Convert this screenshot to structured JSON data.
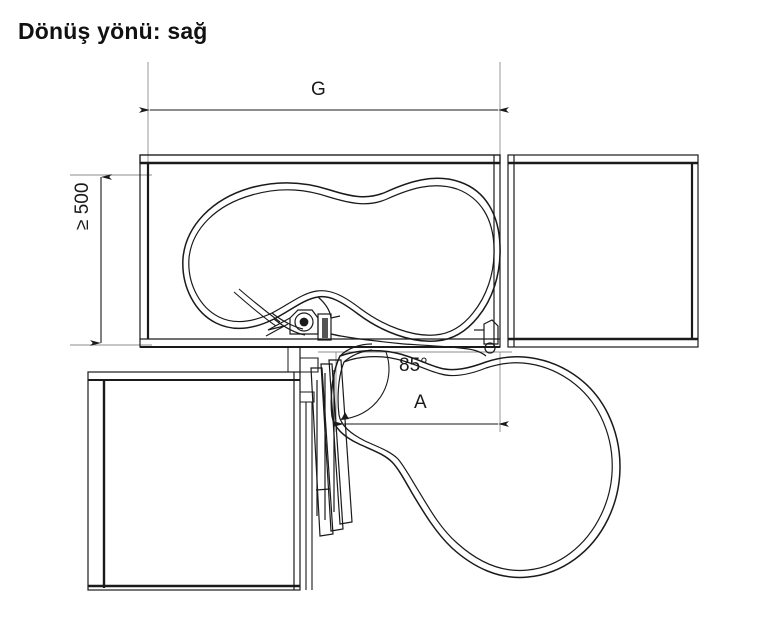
{
  "document": {
    "title": "Dönüş yönü: sağ",
    "kind": "technical-drawing",
    "background_color": "#ffffff",
    "line_color": "#1a1a1a"
  },
  "dimensions": {
    "width_label": "G",
    "height_label": "≥ 500",
    "depth_label": "A",
    "angle_label": "85°"
  },
  "chart_data": {
    "type": "diagram",
    "title": "Dönüş yönü: sağ",
    "annotations": [
      "G",
      "≥ 500",
      "A",
      "85°"
    ]
  }
}
